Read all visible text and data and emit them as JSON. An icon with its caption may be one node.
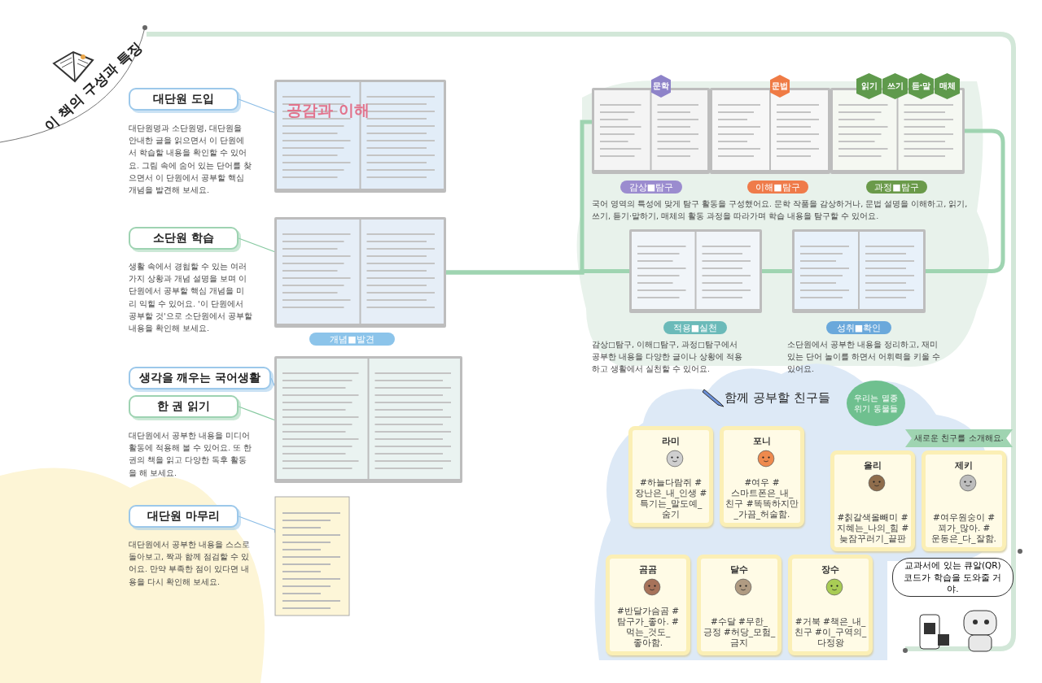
{
  "diagram": {
    "title": "이 책의 구성과 특징",
    "nodes": [
      {
        "text": [
          "대단원 도입"
        ],
        "beside": [
          "대단원명과 소단원명, 대단원을 안내한 글을 읽으면서 이 단원에서 학습할 내용을 확인할 수 있어요. 그림 속에 숨어 있는 단어를 찾으면서 이 단원에서 공부할 핵심 개념을 발견해 보세요."
        ]
      },
      {
        "text": [],
        "shape": "picture"
      },
      {
        "text": [
          "소단원 학습"
        ],
        "beside": [
          "생활 속에서 경험할 수 있는 여러 가지 상황과 개념 설명을 보며 이 단원에서 공부할 핵심 개념을 미리 익힐 수 있어요. '이 단원에서 공부할 것'으로 소단원에서 공부할 내용을 확인해 보세요."
        ]
      },
      {
        "text": [],
        "shape": "picture"
      },
      {
        "text": [
          "개념■발견"
        ]
      },
      {
        "text": [
          "생각을 깨우는 국어생활"
        ]
      },
      {
        "text": [
          "한 권 읽기"
        ],
        "beside": [
          "대단원에서 공부한 내용을 미디어 활동에 적용해 볼 수 있어요. 또 한 권의 책을 읽고 다양한 독후 활동을 해 보세요."
        ]
      },
      {
        "text": [],
        "shape": "picture"
      },
      {
        "text": [
          "대단원 마무리"
        ],
        "beside": [
          "대단원에서 공부한 내용을 스스로 돌아보고, 짝과 함께 점검할 수 있어요. 만약 부족한 점이 있다면 내용을 다시 확인해 보세요."
        ]
      },
      {
        "text": [],
        "shape": "picture"
      },
      {
        "text": [],
        "shape": "picture"
      },
      {
        "text": [],
        "shape": "picture"
      },
      {
        "text": [],
        "shape": "picture"
      },
      {
        "text": [
          "문학"
        ]
      },
      {
        "text": [
          "문법"
        ]
      },
      {
        "text": [
          "읽기"
        ]
      },
      {
        "text": [
          "쓰기"
        ]
      },
      {
        "text": [
          "듣·말"
        ]
      },
      {
        "text": [
          "매체"
        ]
      },
      {
        "text": [
          "감상■탐구"
        ]
      },
      {
        "text": [
          "이해■탐구"
        ]
      },
      {
        "text": [
          "과정■탐구"
        ]
      },
      {
        "text": [],
        "shape": "picture"
      },
      {
        "text": [],
        "shape": "picture"
      },
      {
        "text": [
          "적용■실천"
        ],
        "beside": [
          "감상□탐구, 이해□탐구, 과정□탐구에서 공부한 내용을 다양한 글이나 상황에 적용하고 생활에서 실천할 수 있어요."
        ]
      },
      {
        "text": [
          "성취■확인"
        ],
        "beside": [
          "소단원에서 공부한 내용을 정리하고, 재미있는 단어 놀이를 하면서 어휘력을 키울 수 있어요."
        ]
      },
      {
        "text": [
          "우리는 멸종 위기 동물들"
        ]
      },
      {
        "text": [
          "라미",
          "#하늘다람쥐 #장난은_내_인생 #특기는_말도예_숨기"
        ]
      },
      {
        "text": [
          "포니",
          "#여우 #스마트폰은_내_친구 #똑똑하지만_가끔_허술함."
        ]
      },
      {
        "text": [
          "곰곰",
          "#반달가슴곰 #탐구가_좋아. #먹는_것도_좋아함."
        ]
      },
      {
        "text": [
          "달수",
          "#수달 #무한_긍정 #허당_모험_금지"
        ]
      },
      {
        "text": [
          "장수",
          "#거북 #책은_내_친구 #이_구역의_다정왕"
        ]
      },
      {
        "text": [
          "새로운 친구를 소개해요."
        ]
      },
      {
        "text": [
          "올리",
          "#칡갈색올빼미 #지혜는_나의_힘 #늦잠꾸러기_끝판"
        ]
      },
      {
        "text": [
          "제키",
          "#여우원숭이 #꾀가_많아. #운동은_다_잘함."
        ]
      },
      {
        "text": [
          "교과서에 있는 큐알(QR) 코드가 학습을 도와줄 거야."
        ]
      }
    ],
    "edges": [
      {
        "from": 0,
        "to": 1,
        "arrow": "other",
        "color": "#8bbde6"
      },
      {
        "from": 2,
        "to": 3,
        "arrow": "other",
        "color": "#86c9a0"
      },
      {
        "from": 5,
        "to": 7,
        "arrow": "other",
        "color": "#8bbde6"
      },
      {
        "from": 6,
        "to": 7,
        "arrow": "other",
        "color": "#86c9a0"
      },
      {
        "from": 8,
        "to": 9,
        "arrow": "other",
        "color": "#8bbde6"
      },
      {
        "from": 3,
        "to": 10,
        "arrow": "none",
        "style": "thick",
        "color": "#9fd4b1"
      },
      {
        "from": 3,
        "to": 22,
        "arrow": "none",
        "style": "thick",
        "color": "#9fd4b1"
      },
      {
        "from": 22,
        "to": 23,
        "arrow": "none",
        "style": "thick",
        "color": "#9fd4b1"
      },
      {
        "from": 23,
        "to": 12,
        "arrow": "none",
        "style": "thick",
        "color": "#9fd4b1"
      }
    ],
    "labels": [
      "공감과 이해",
      "국어 영역의 특성에 맞게 탐구 활동을 구성했어요. 문학 작품을 감상하거나, 문법 설명을 이해하고, 읽기, 쓰기, 듣기·말하기, 매체의 활동 과정을 따라가며 학습 내용을 탐구할 수 있어요.",
      "함께 공부할 친구들"
    ]
  }
}
